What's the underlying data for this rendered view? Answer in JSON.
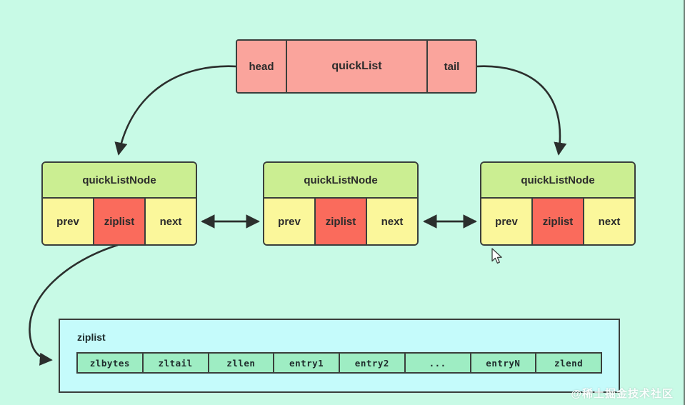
{
  "diagram": {
    "title": "Redis quickList structure",
    "background_color": "#c8fae6",
    "stroke_color": "#3a3f3c"
  },
  "quicklist": {
    "head_label": "head",
    "center_label": "quickList",
    "tail_label": "tail",
    "fill_color": "#faa49c"
  },
  "nodes": [
    {
      "header": "quickListNode",
      "prev": "prev",
      "ziplist": "ziplist",
      "next": "next"
    },
    {
      "header": "quickListNode",
      "prev": "prev",
      "ziplist": "ziplist",
      "next": "next"
    },
    {
      "header": "quickListNode",
      "prev": "prev",
      "ziplist": "ziplist",
      "next": "next"
    }
  ],
  "node_colors": {
    "header_fill": "#cbee92",
    "pointer_fill": "#fbf79b",
    "ziplist_fill": "#fa6b5c"
  },
  "ziplist_detail": {
    "title": "ziplist",
    "panel_fill": "#c5fbfb",
    "cell_fill": "#9eedc3",
    "cells": [
      "zlbytes",
      "zltail",
      "zllen",
      "entry1",
      "entry2",
      "...",
      "entryN",
      "zlend"
    ]
  },
  "watermark": {
    "text": "@稀土掘金技术社区"
  }
}
